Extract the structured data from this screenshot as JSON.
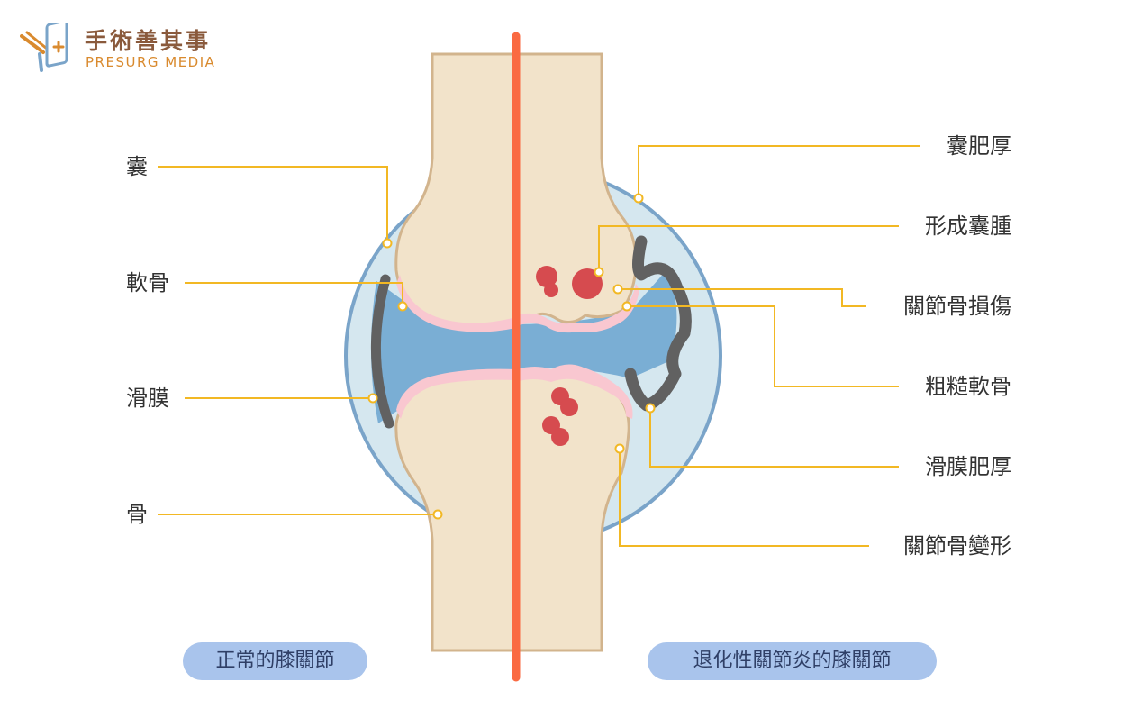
{
  "brand": {
    "name_cn": "手術善其事",
    "name_en": "PRESURG MEDIA"
  },
  "labels_left": [
    "囊",
    "軟骨",
    "滑膜",
    "骨"
  ],
  "labels_right": [
    "囊肥厚",
    "形成囊腫",
    "關節骨損傷",
    "粗糙軟骨",
    "滑膜肥厚",
    "關節骨變形"
  ],
  "captions": {
    "normal": "正常的膝關節",
    "degenerative": "退化性關節炎的膝關節"
  },
  "colors": {
    "capsule_fill": "#d5e7ef",
    "capsule_stroke": "#7aa4c9",
    "bone_fill": "#f2e3ca",
    "bone_stroke": "#d2b48d",
    "cartilage": "#f9c7d0",
    "synovial_fluid": "#7aaed4",
    "synovium": "#616161",
    "divider": "#fa6a42",
    "leader": "#f2b824",
    "cyst": "#d64b4f",
    "pill": "#a9c4ec"
  }
}
